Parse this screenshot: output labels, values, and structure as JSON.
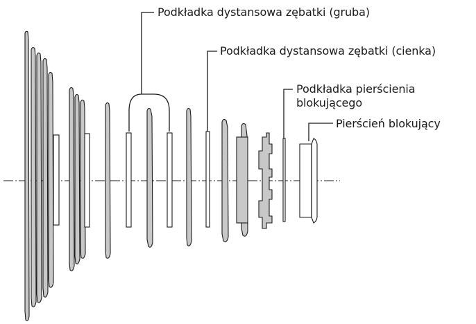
{
  "labels": {
    "thick_spacer": "Podkładka dystansowa zębatki (gruba)",
    "thin_spacer": "Podkładka dystansowa zębatki (cienka)",
    "lockring_washer_line1": "Podkładka pierścienia",
    "lockring_washer_line2": "blokującego",
    "lockring": "Pierścień blokujący"
  },
  "colors": {
    "part_fill": "#c8c8c8",
    "outline": "#1a1a1a",
    "background": "#ffffff"
  }
}
